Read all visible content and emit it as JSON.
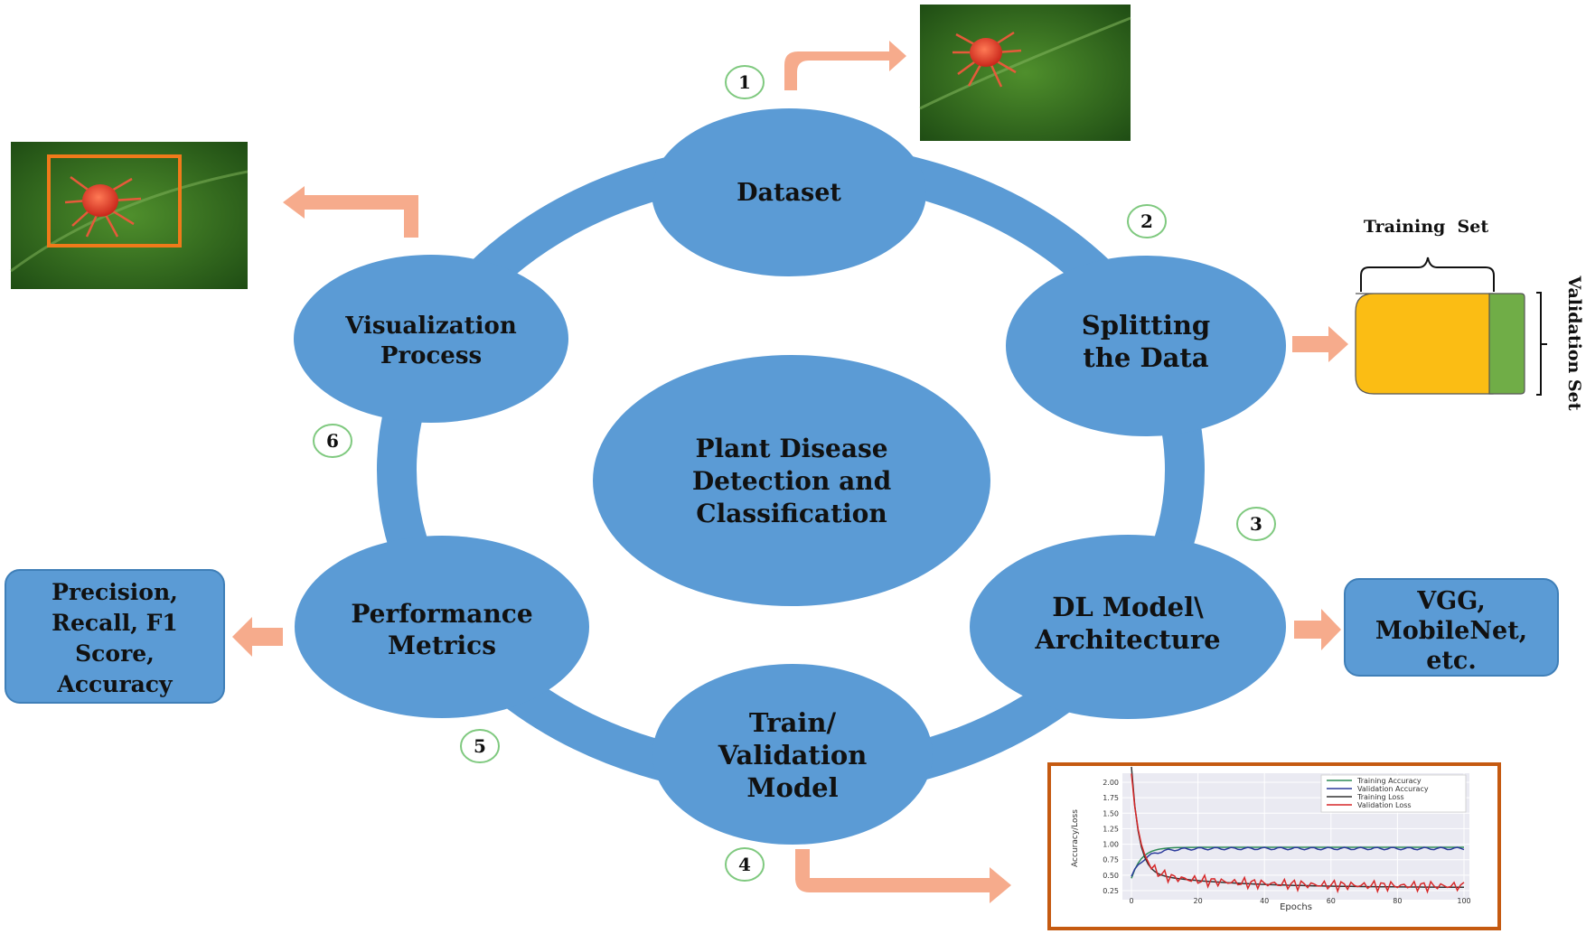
{
  "center": {
    "lines": [
      "Plant Disease",
      "Detection and",
      "Classification"
    ]
  },
  "nodes": [
    {
      "id": "dataset",
      "lines": [
        "Dataset"
      ]
    },
    {
      "id": "splitting",
      "lines": [
        "Splitting",
        "the Data"
      ]
    },
    {
      "id": "dl-model",
      "lines": [
        "DL Model\\",
        "Architecture"
      ]
    },
    {
      "id": "train",
      "lines": [
        "Train/",
        "Validation",
        "Model"
      ]
    },
    {
      "id": "performance",
      "lines": [
        "Performance",
        "Metrics"
      ]
    },
    {
      "id": "visualization",
      "lines": [
        "Visualization",
        "Process"
      ]
    }
  ],
  "steps": [
    "1",
    "2",
    "3",
    "4",
    "5",
    "6"
  ],
  "split": {
    "training_label": "Training  Set",
    "validation_label": "Validation Set"
  },
  "boxes": {
    "metrics": [
      "Precision,",
      "Recall, F1",
      "Score,",
      "Accuracy"
    ],
    "models": [
      "VGG,",
      "MobileNet,",
      "etc."
    ]
  },
  "training_chart": {
    "ylabel": "Accuracy/Loss",
    "xlabel": "Epochs",
    "legend": [
      "Training Accuracy",
      "Validation Accuracy",
      "Training Loss",
      "Validation Loss"
    ],
    "ytick_labels": [
      "2.00",
      "1.75",
      "1.50",
      "1.25",
      "1.00",
      "0.75",
      "0.50",
      "0.25"
    ],
    "xtick_labels": [
      "0",
      "20",
      "40",
      "60",
      "80",
      "100"
    ]
  },
  "colors": {
    "node_fill": "#5b9bd5",
    "ring": "#5b9bd5",
    "arrow": "#f4a582",
    "step_circle": "#7fc97f",
    "training_set": "#fbbd14",
    "validation_set": "#70ad47",
    "chart_frame": "#c55a11",
    "training_accuracy": "#2e8b57",
    "validation_accuracy": "#2b3a9c",
    "training_loss": "#333333",
    "validation_loss": "#d62728"
  }
}
